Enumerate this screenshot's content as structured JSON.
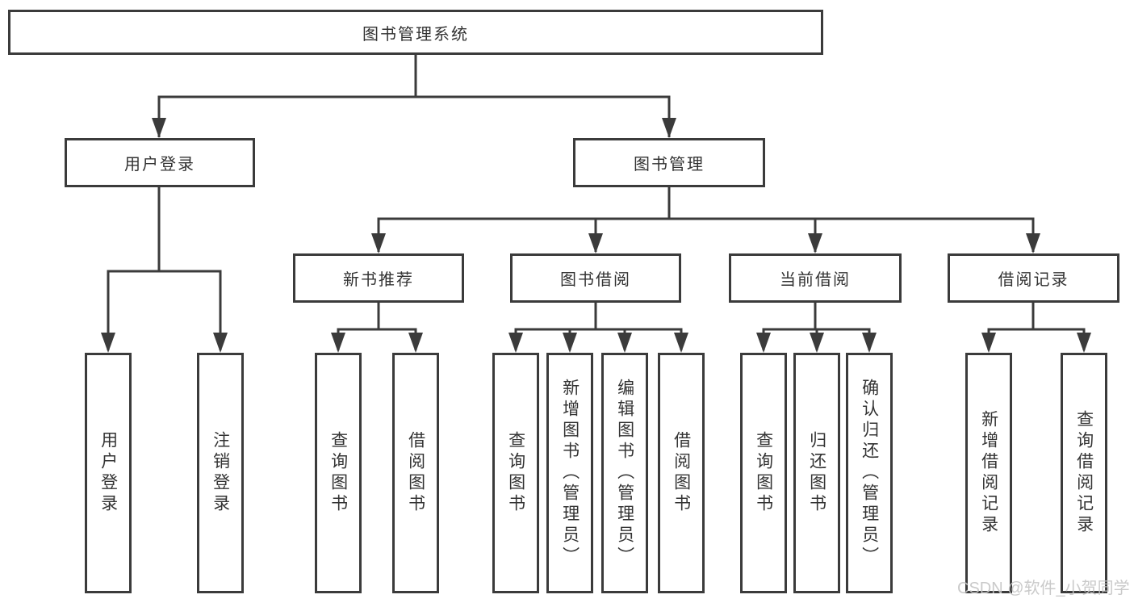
{
  "diagram_title": "图书管理系统",
  "tree": {
    "root": {
      "label": "图书管理系统"
    },
    "branches": [
      {
        "label": "用户登录",
        "leaves": [
          "用户登录",
          "注销登录"
        ]
      },
      {
        "label": "图书管理",
        "sections": [
          {
            "label": "新书推荐",
            "leaves": [
              "查询图书",
              "借阅图书"
            ]
          },
          {
            "label": "图书借阅",
            "leaves": [
              "查询图书",
              "新增图书（管理员）",
              "编辑图书（管理员）",
              "借阅图书"
            ]
          },
          {
            "label": "当前借阅",
            "leaves": [
              "查询图书",
              "归还图书",
              "确认归还（管理员）"
            ]
          },
          {
            "label": "借阅记录",
            "leaves": [
              "新增借阅记录",
              "查询借阅记录"
            ]
          }
        ]
      }
    ]
  },
  "watermark": "CSDN @软件_小贺同学",
  "colors": {
    "line": "#3b3b3b",
    "text": "#333333",
    "background": "#ffffff",
    "watermark": "#c5c5c5"
  }
}
